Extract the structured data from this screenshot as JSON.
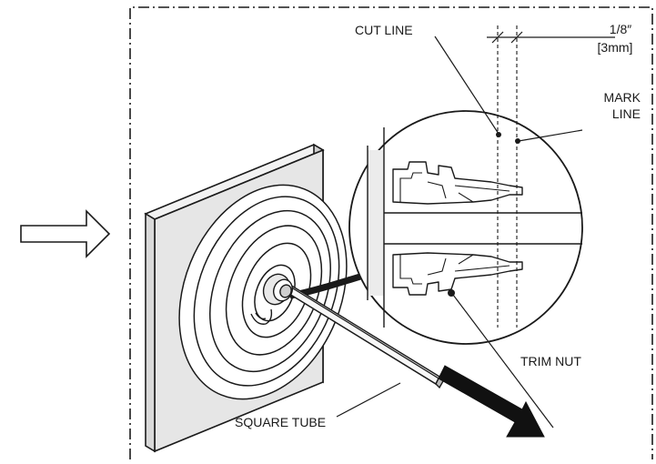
{
  "labels": {
    "cut_line": "CUT LINE",
    "dim_top": "1/8″",
    "dim_bottom": "[3mm]",
    "mark_line_1": "MARK",
    "mark_line_2": "LINE",
    "trim_nut": "TRIM NUT",
    "square_tube": "SQUARE TUBE"
  },
  "icons": {
    "direction_arrow": "outline-right-arrow-icon",
    "pull_arrow": "bold-diagonal-arrow-icon"
  },
  "colors": {
    "line": "#1a1a1a",
    "plate_fill": "#e6e6e6",
    "background": "#ffffff"
  }
}
